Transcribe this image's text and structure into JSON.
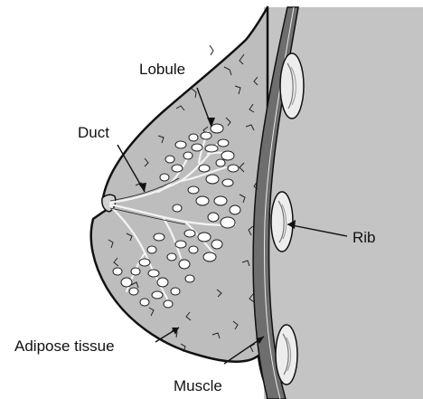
{
  "labels": {
    "lobule": "Lobule",
    "duct": "Duct",
    "rib": "Rib",
    "adipose": "Adipose tissue",
    "muscle": "Muscle"
  },
  "colors": {
    "tissue": "#bdbdbd",
    "wall": "#c4c4c4",
    "muscle": "#6e6e6e",
    "rib_bone": "#ededed",
    "outline": "#111111",
    "lobule": "#ffffff",
    "background": "#ffffff"
  }
}
